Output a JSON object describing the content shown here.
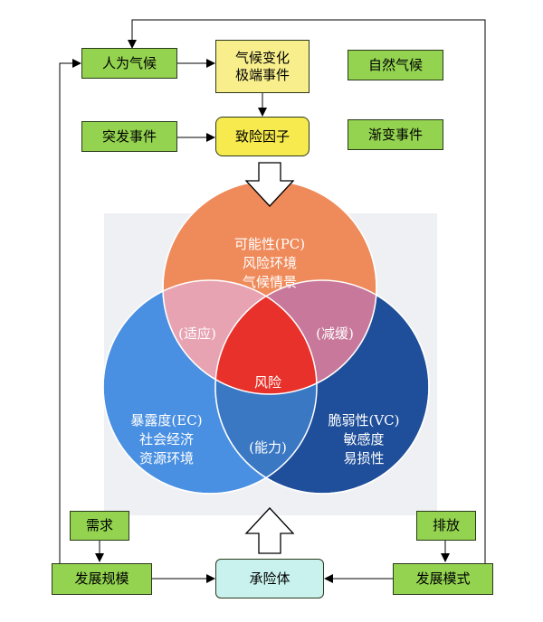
{
  "top": {
    "human_climate": "人为气候",
    "climate_change_line1": "气候变化",
    "climate_change_line2": "极端事件",
    "natural_climate": "自然气候"
  },
  "middle": {
    "sudden_events": "突发事件",
    "hazard_factor": "致险因子",
    "gradual_events": "渐变事件"
  },
  "venn": {
    "pc_line1": "可能性(PC)",
    "pc_line2": "风险环境",
    "pc_line3": "气候情景",
    "ec_line1": "暴露度(EC)",
    "ec_line2": "社会经济",
    "ec_line3": "资源环境",
    "vc_line1": "脆弱性(VC)",
    "vc_line2": "敏感度",
    "vc_line3": "易损性",
    "adaptation": "(适应)",
    "mitigation": "(减缓)",
    "capacity": "(能力)",
    "risk": "风险",
    "colors": {
      "pc": "#ef8a5a",
      "ec": "#4a90e2",
      "vc": "#1f4f9a",
      "pc_ec": "#e7a3b2",
      "pc_vc": "#c8789a",
      "ec_vc": "#3a78c4",
      "center": "#e8312a"
    }
  },
  "bottom": {
    "demand": "需求",
    "emission": "排放",
    "development_scale": "发展规模",
    "carrier": "承险体",
    "development_mode": "发展模式"
  }
}
